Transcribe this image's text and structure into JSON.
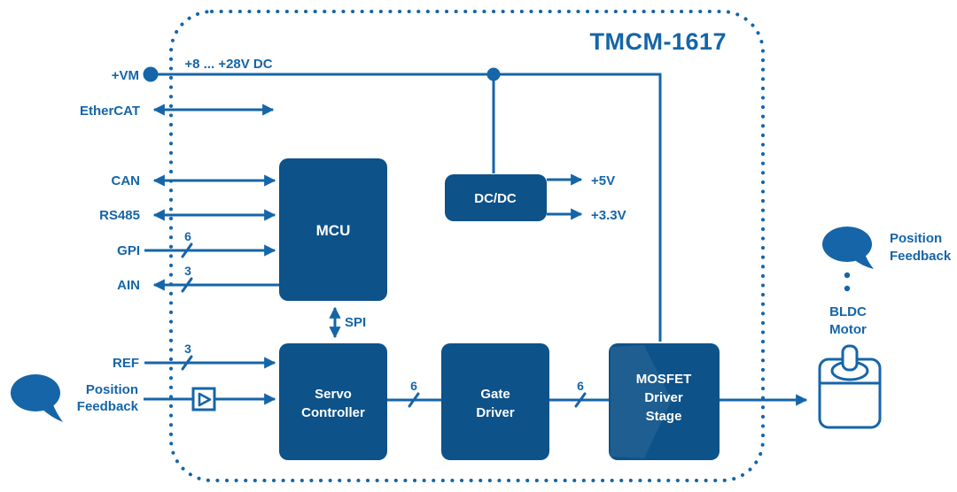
{
  "colors": {
    "line": "#1565a8",
    "block_fill": "#0d5289",
    "block_text": "#ffffff",
    "background": "#ffffff"
  },
  "title": "TMCM-1617",
  "power": {
    "input_label": "+VM",
    "range_label": "+8 ... +28V DC",
    "outputs": [
      {
        "label": "+5V"
      },
      {
        "label": "+3.3V"
      }
    ]
  },
  "left_ports": [
    {
      "label": "EtherCAT",
      "direction": "bidirectional"
    },
    {
      "label": "CAN",
      "direction": "bidirectional"
    },
    {
      "label": "RS485",
      "direction": "bidirectional"
    },
    {
      "label": "GPI",
      "direction": "in",
      "bus_width": "6"
    },
    {
      "label": "AIN",
      "direction": "out",
      "bus_width": "3"
    },
    {
      "label": "REF",
      "direction": "in",
      "bus_width": "3"
    }
  ],
  "feedback_input": {
    "label_lines": [
      "Position",
      "Feedback"
    ]
  },
  "blocks": {
    "mcu": {
      "label": "MCU"
    },
    "dcdc": {
      "label": "DC/DC"
    },
    "servo": {
      "lines": [
        "Servo",
        "Controller"
      ]
    },
    "gate": {
      "lines": [
        "Gate",
        "Driver"
      ]
    },
    "mosfet": {
      "lines": [
        "MOSFET",
        "Driver",
        "Stage"
      ]
    }
  },
  "connections": {
    "spi_label": "SPI",
    "servo_to_gate_width": "6",
    "gate_to_mosfet_width": "6"
  },
  "right_side": {
    "position_feedback_lines": [
      "Position",
      "Feedback"
    ],
    "motor_label_lines": [
      "BLDC",
      "Motor"
    ]
  }
}
